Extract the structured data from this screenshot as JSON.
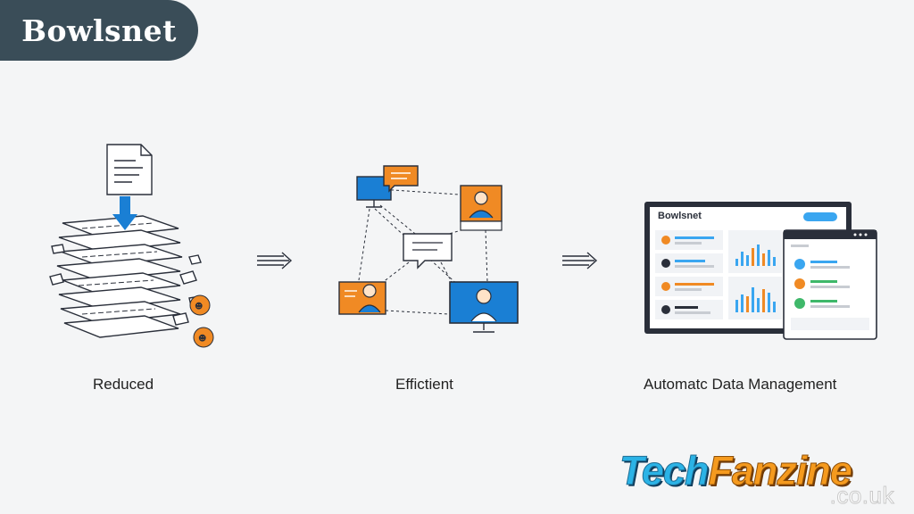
{
  "logo": {
    "text": "Bowlsnet"
  },
  "stages": [
    {
      "label": "Reduced",
      "icon": "document-stack-icon"
    },
    {
      "label": "Effictient",
      "icon": "network-communication-icon"
    },
    {
      "label": "Automatc Data Management",
      "icon": "dashboard-icon"
    }
  ],
  "dashboard": {
    "title": "Bowlsnet"
  },
  "brand": {
    "main_part1": "Tech",
    "main_part2": "Fanzine",
    "sub": ".co.uk"
  },
  "colors": {
    "accent_orange": "#f08a24",
    "accent_blue": "#1a7fd4",
    "dark": "#3a4d58",
    "brand_cyan": "#2bb3e6"
  }
}
